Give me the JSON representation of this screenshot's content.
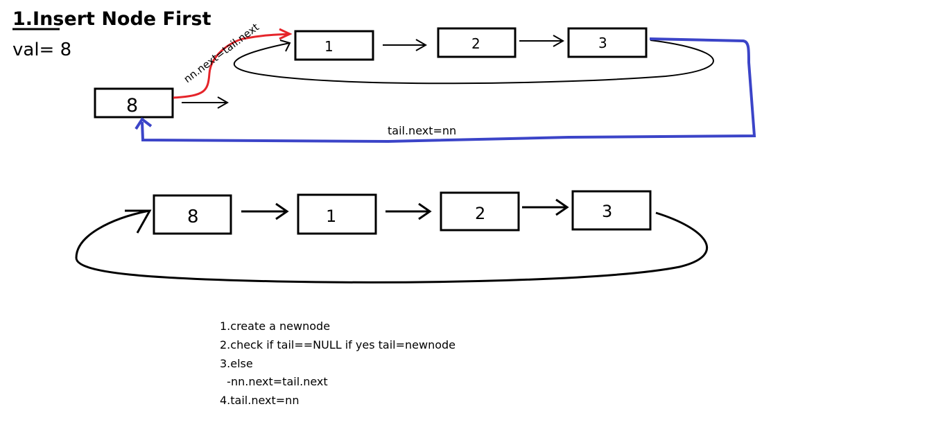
{
  "title": "1.Insert Node First",
  "val_label": "val= 8",
  "top_diagram": {
    "new_node": "8",
    "nodes": [
      "1",
      "2",
      "3"
    ],
    "red_label": "nn.next=tail.next",
    "blue_label": "tail.next=nn"
  },
  "bottom_diagram": {
    "nodes": [
      "8",
      "1",
      "2",
      "3"
    ]
  },
  "steps": [
    "1.create a newnode",
    "2.check if tail==NULL if yes  tail=newnode",
    "3.else",
    "  -nn.next=tail.next",
    "4.tail.next=nn"
  ],
  "colors": {
    "red_arrow": "#e5242a",
    "blue_arrow": "#3b44c8",
    "ink": "#000000"
  }
}
